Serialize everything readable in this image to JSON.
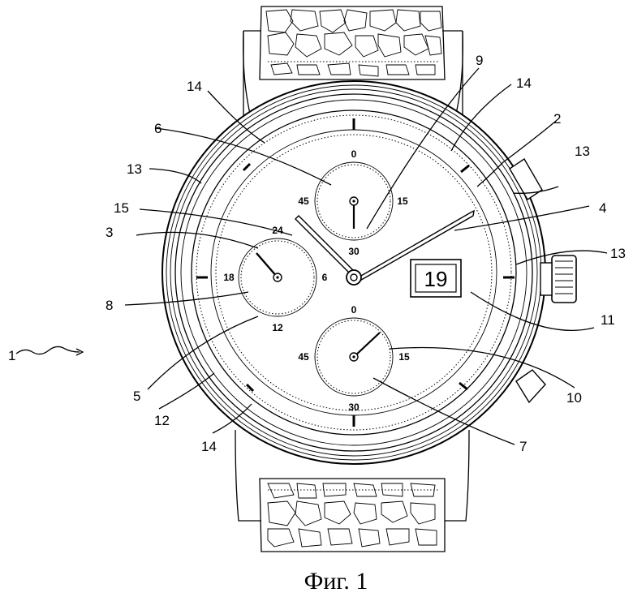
{
  "caption": "Фиг. 1",
  "date_window": "19",
  "subdial_top": {
    "top": "0",
    "right": "15",
    "bottom": "30",
    "left": "45"
  },
  "subdial_bottom": {
    "top": "0",
    "right": "15",
    "bottom": "30",
    "left": "45"
  },
  "subdial_left": {
    "top": "24",
    "right": "6",
    "bottom": "12",
    "left": "18"
  },
  "reference_numerals": {
    "n1": "1",
    "n2": "2",
    "n3": "3",
    "n4": "4",
    "n5": "5",
    "n6": "6",
    "n7": "7",
    "n8": "8",
    "n9": "9",
    "n10": "10",
    "n11": "11",
    "n12": "12",
    "n13a": "13",
    "n13b": "13",
    "n13c": "13",
    "n14a": "14",
    "n14b": "14",
    "n14c": "14",
    "n15": "15"
  }
}
